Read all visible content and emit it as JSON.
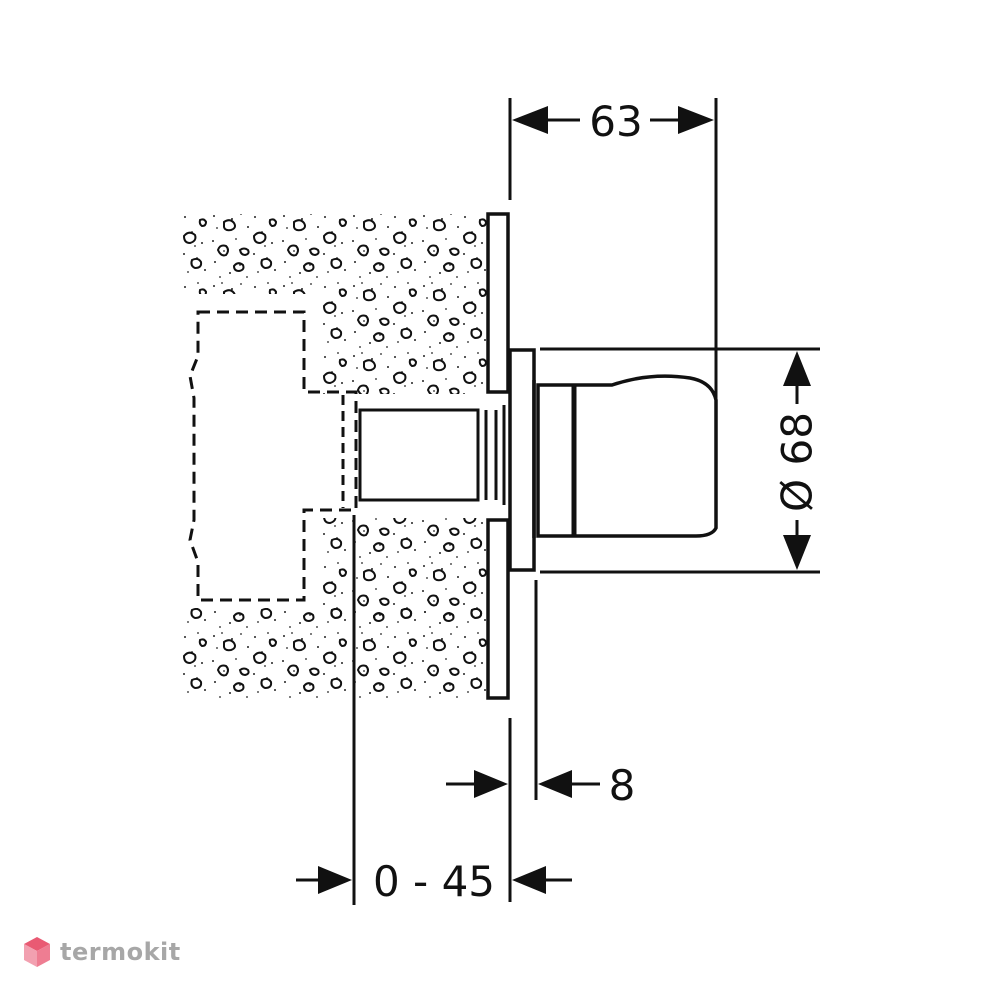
{
  "diagram": {
    "dimensions": {
      "depth_total": "63",
      "diameter": "Ø 68",
      "rosette": "8",
      "wall_range": "0 - 45"
    }
  },
  "watermark": {
    "brand": "termokit",
    "colors": {
      "text": "#a7a7a7",
      "mark_top": "#e95a73",
      "mark_side": "#f2a0b0"
    }
  }
}
